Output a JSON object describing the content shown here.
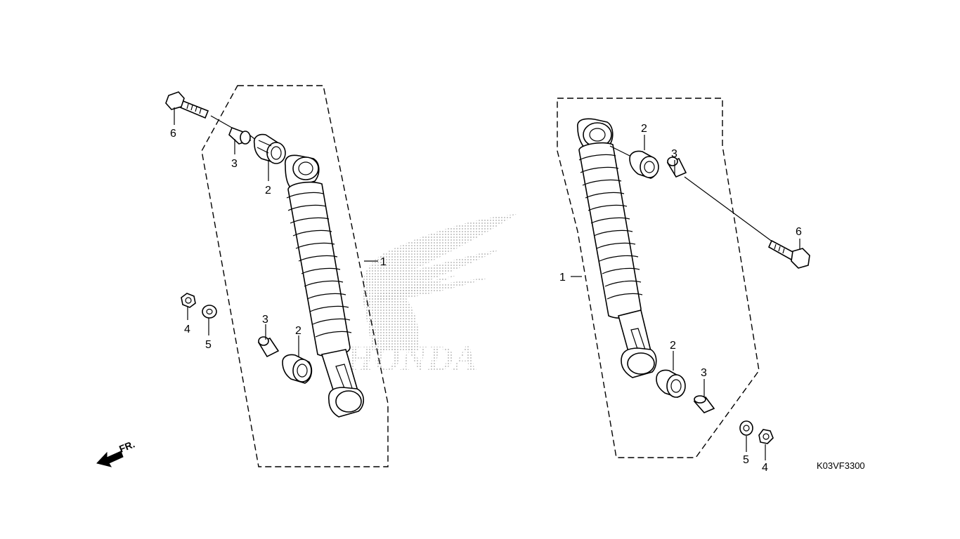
{
  "watermark": {
    "brand_text": "HONDA",
    "color": "#b8b8b8"
  },
  "direction_indicator": {
    "label": "FR."
  },
  "diagram_code": "K03VF3300",
  "callouts": {
    "left": {
      "shock": "1",
      "bushing_upper": "2",
      "collar_upper": "3",
      "bushing_lower": "2",
      "collar_lower": "3",
      "nut": "4",
      "washer": "5",
      "bolt": "6"
    },
    "right": {
      "shock": "1",
      "bushing_upper": "2",
      "collar_upper": "3",
      "bushing_lower": "2",
      "collar_lower": "3",
      "nut": "4",
      "washer": "5",
      "bolt": "6"
    }
  }
}
